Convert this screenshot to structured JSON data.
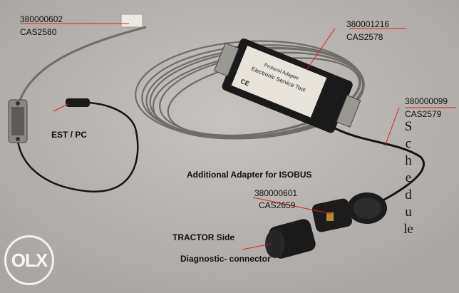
{
  "labels": {
    "est_pc": "EST / PC",
    "additional_adapter": "Additional Adapter for ISOBUS",
    "tractor_side": "TRACTOR Side",
    "diagnostic_connector": "Diagnostic- connector",
    "schedule_vertical": "Schedule"
  },
  "part_callouts": [
    {
      "number": "380000602",
      "code": "CAS2580"
    },
    {
      "number": "380001216",
      "code": "CAS2578"
    },
    {
      "number": "380000099",
      "code": "CAS2579"
    },
    {
      "number": "380000601",
      "code": "CAS2659"
    }
  ],
  "device_label": {
    "line1": "Protocol Adapter",
    "line2": "Electronic Service Tool",
    "ce_mark": "CE"
  },
  "watermark": {
    "text": "OLX"
  },
  "colors": {
    "background": "#b9b5b2",
    "leader_line": "#e0201c",
    "cable": "#6f6d68",
    "adapter_body": "#1a1a1a",
    "label_plate": "#e8e4dc"
  }
}
